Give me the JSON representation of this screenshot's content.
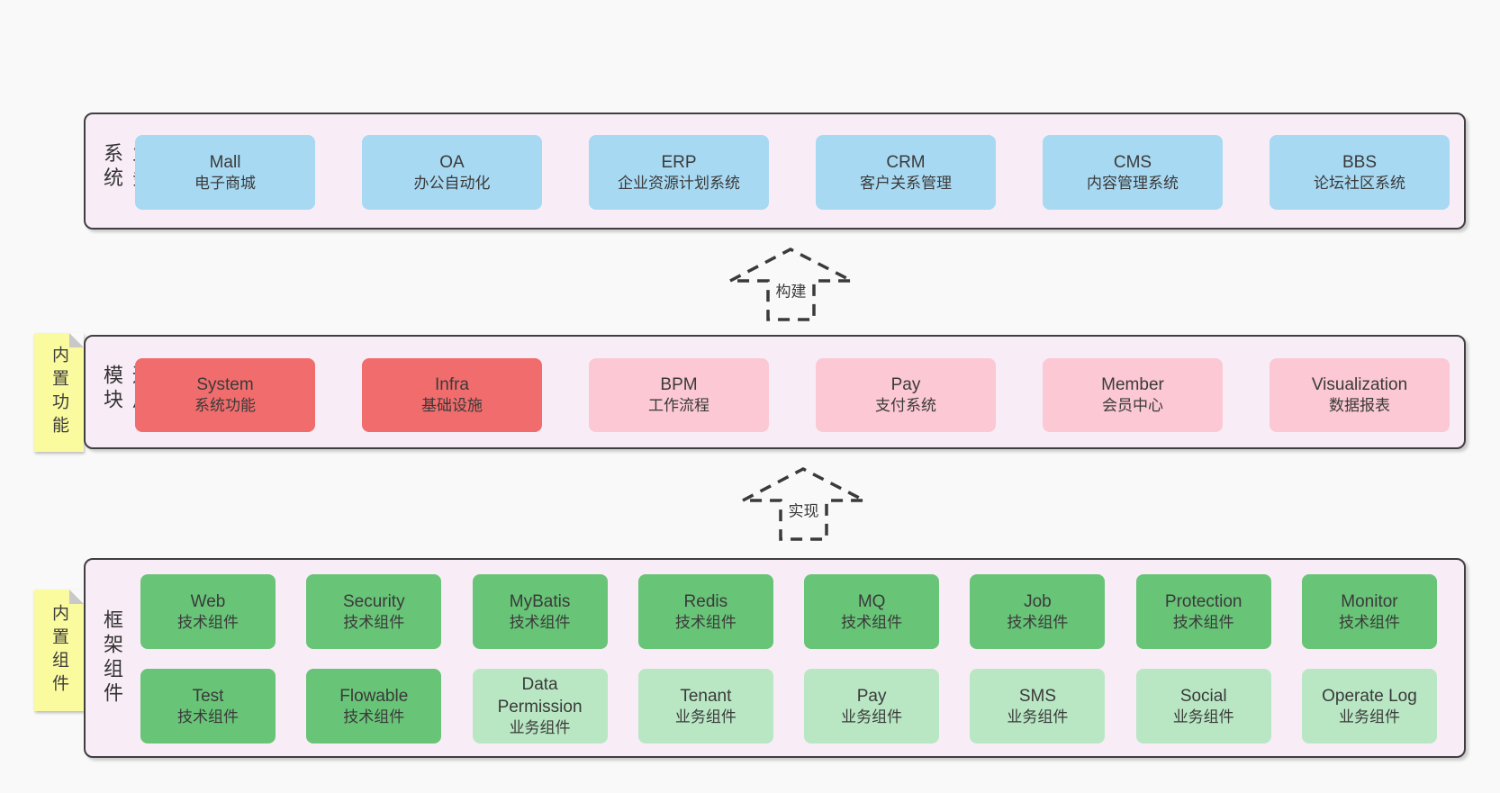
{
  "colors": {
    "page-bg": "#f9f9f9",
    "panel-bg": "#f8edf6",
    "panel-border": "#3f3f3f",
    "box-blue": "#a8d9f2",
    "box-red": "#f16c6c",
    "box-pink": "#fbc8d3",
    "box-green": "#68c477",
    "box-green-light": "#b9e7c4",
    "sticky-yellow": "#fafa9e",
    "sticky-fold": "#c8c8c8",
    "text": "#3a3a3a"
  },
  "arrows": [
    {
      "label": "构建"
    },
    {
      "label": "实现"
    }
  ],
  "tiers": {
    "business": {
      "label": "业务系统",
      "boxes": [
        {
          "title": "Mall",
          "subtitle": "电子商城",
          "variant": "blue"
        },
        {
          "title": "OA",
          "subtitle": "办公自动化",
          "variant": "blue"
        },
        {
          "title": "ERP",
          "subtitle": "企业资源计划系统",
          "variant": "blue"
        },
        {
          "title": "CRM",
          "subtitle": "客户关系管理",
          "variant": "blue"
        },
        {
          "title": "CMS",
          "subtitle": "内容管理系统",
          "variant": "blue"
        },
        {
          "title": "BBS",
          "subtitle": "论坛社区系统",
          "variant": "blue"
        }
      ]
    },
    "modules": {
      "label": "通用模块",
      "sticky": "内置功能",
      "boxes": [
        {
          "title": "System",
          "subtitle": "系统功能",
          "variant": "red"
        },
        {
          "title": "Infra",
          "subtitle": "基础设施",
          "variant": "red"
        },
        {
          "title": "BPM",
          "subtitle": "工作流程",
          "variant": "pink"
        },
        {
          "title": "Pay",
          "subtitle": "支付系统",
          "variant": "pink"
        },
        {
          "title": "Member",
          "subtitle": "会员中心",
          "variant": "pink"
        },
        {
          "title": "Visualization",
          "subtitle": "数据报表",
          "variant": "pink"
        }
      ]
    },
    "framework": {
      "label": "框架组件",
      "sticky": "内置组件",
      "row1": [
        {
          "title": "Web",
          "subtitle": "技术组件",
          "variant": "green"
        },
        {
          "title": "Security",
          "subtitle": "技术组件",
          "variant": "green"
        },
        {
          "title": "MyBatis",
          "subtitle": "技术组件",
          "variant": "green"
        },
        {
          "title": "Redis",
          "subtitle": "技术组件",
          "variant": "green"
        },
        {
          "title": "MQ",
          "subtitle": "技术组件",
          "variant": "green"
        },
        {
          "title": "Job",
          "subtitle": "技术组件",
          "variant": "green"
        },
        {
          "title": "Protection",
          "subtitle": "技术组件",
          "variant": "green"
        },
        {
          "title": "Monitor",
          "subtitle": "技术组件",
          "variant": "green"
        }
      ],
      "row2": [
        {
          "title": "Test",
          "subtitle": "技术组件",
          "variant": "green"
        },
        {
          "title": "Flowable",
          "subtitle": "技术组件",
          "variant": "green"
        },
        {
          "title": "Data Permission",
          "subtitle": "业务组件",
          "variant": "green-light"
        },
        {
          "title": "Tenant",
          "subtitle": "业务组件",
          "variant": "green-light"
        },
        {
          "title": "Pay",
          "subtitle": "业务组件",
          "variant": "green-light"
        },
        {
          "title": "SMS",
          "subtitle": "业务组件",
          "variant": "green-light"
        },
        {
          "title": "Social",
          "subtitle": "业务组件",
          "variant": "green-light"
        },
        {
          "title": "Operate Log",
          "subtitle": "业务组件",
          "variant": "green-light"
        }
      ]
    }
  }
}
